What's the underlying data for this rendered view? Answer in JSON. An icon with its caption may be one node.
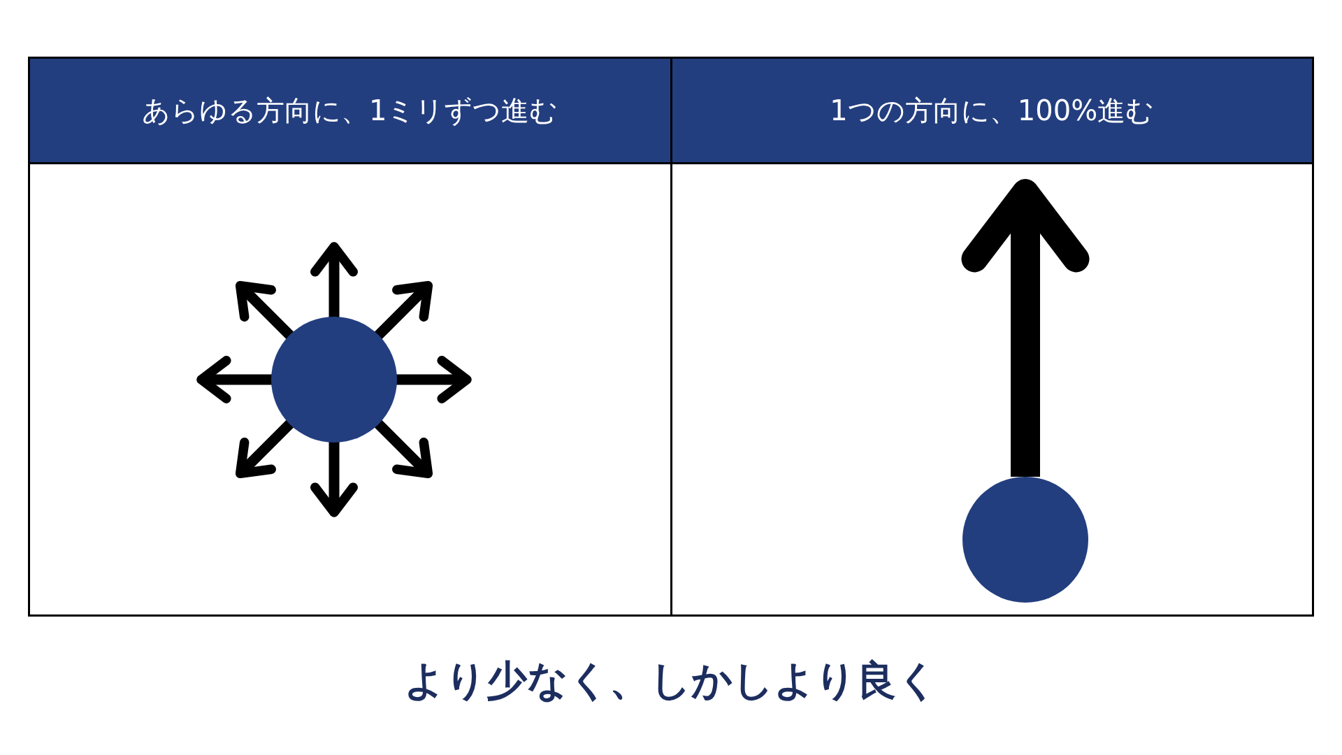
{
  "diagram": {
    "caption": "より少なく、しかしより良く",
    "nodes": [
      {
        "text": [
          "あらゆる方向に、1ミリずつ進む"
        ]
      },
      {
        "text": [
          "1つの方向に、100%進む"
        ]
      }
    ]
  }
}
